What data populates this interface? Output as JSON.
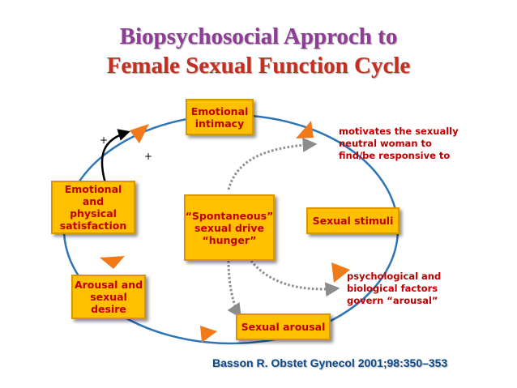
{
  "title": {
    "line1": "Biopsychosocial Approch to",
    "line2": "Female Sexual Function Cycle"
  },
  "boxes": {
    "emotional_intimacy": "Emotional\nintimacy",
    "sexual_stimuli": "Sexual stimuli",
    "sexual_arousal": "Sexual arousal",
    "arousal_desire": "Arousal and\nsexual desire",
    "satisfaction": "Emotional and\nphysical\nsatisfaction",
    "spontaneous": "“Spontaneous”\nsexual drive\n“hunger”"
  },
  "notes": {
    "motivates": "motivates the sexually\nneutral woman to\nfind/be responsive to",
    "psychological": "psychological and\nbiological factors\ngovern “arousal”"
  },
  "signs": {
    "plus_1": "+",
    "plus_2": "+"
  },
  "citation": "Basson R. Obstet Gynecol 2001;98:350–353",
  "colors": {
    "title_line1": "#8e3c96",
    "title_line2": "#c42f1f",
    "box_fill": "#ffc000",
    "box_text": "#c00000",
    "cycle": "#2e75b6",
    "arrowheads": "#f07a1a",
    "dotted": "#8c8c8c",
    "citation": "#0d4b8c"
  }
}
